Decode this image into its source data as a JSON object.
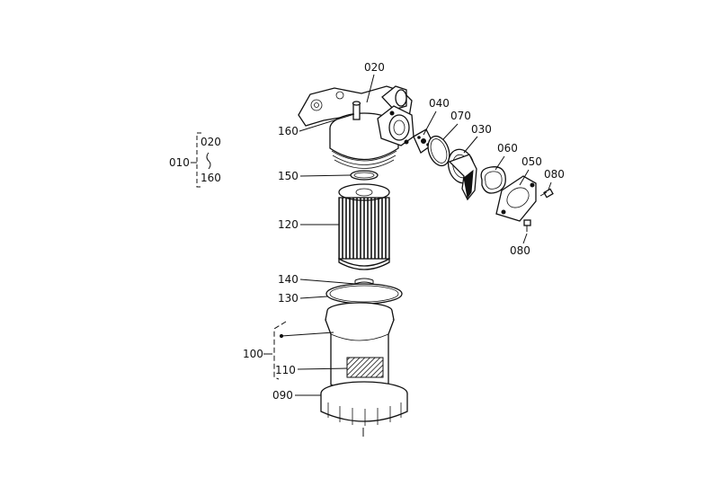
{
  "assembly_group": {
    "parent": "010",
    "range_start": "020",
    "range_end": "160"
  },
  "sub_group": {
    "parent": "100"
  },
  "callouts": {
    "p020": "020",
    "p040": "040",
    "p070": "070",
    "p030": "030",
    "p060": "060",
    "p050": "050",
    "p080a": "080",
    "p080b": "080",
    "p160": "160",
    "p150": "150",
    "p120": "120",
    "p140": "140",
    "p130": "130",
    "p110": "110",
    "p090": "090"
  }
}
